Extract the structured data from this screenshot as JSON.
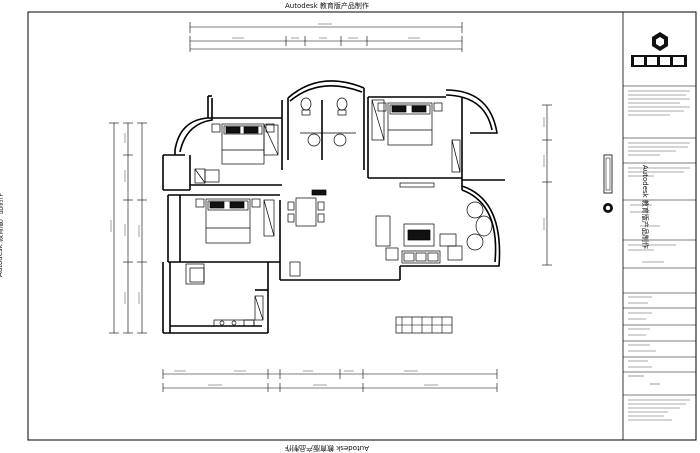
{
  "watermark": "Autodesk 教育版产品制作",
  "logo": {
    "name": "logo-text"
  },
  "title_block": {
    "rows": [
      {
        "key": "r1",
        "text": ""
      },
      {
        "key": "r2",
        "text": ""
      },
      {
        "key": "r3",
        "text": ""
      },
      {
        "key": "r4",
        "text": ""
      },
      {
        "key": "r5",
        "text": ""
      },
      {
        "key": "r6",
        "text": ""
      },
      {
        "key": "r7",
        "text": ""
      },
      {
        "key": "r8",
        "text": ""
      },
      {
        "key": "r9",
        "text": ""
      },
      {
        "key": "r10",
        "text": ""
      },
      {
        "key": "r11",
        "text": ""
      },
      {
        "key": "r12",
        "text": ""
      }
    ]
  },
  "icons": [
    "compass-icon",
    "north-arrow-icon"
  ]
}
